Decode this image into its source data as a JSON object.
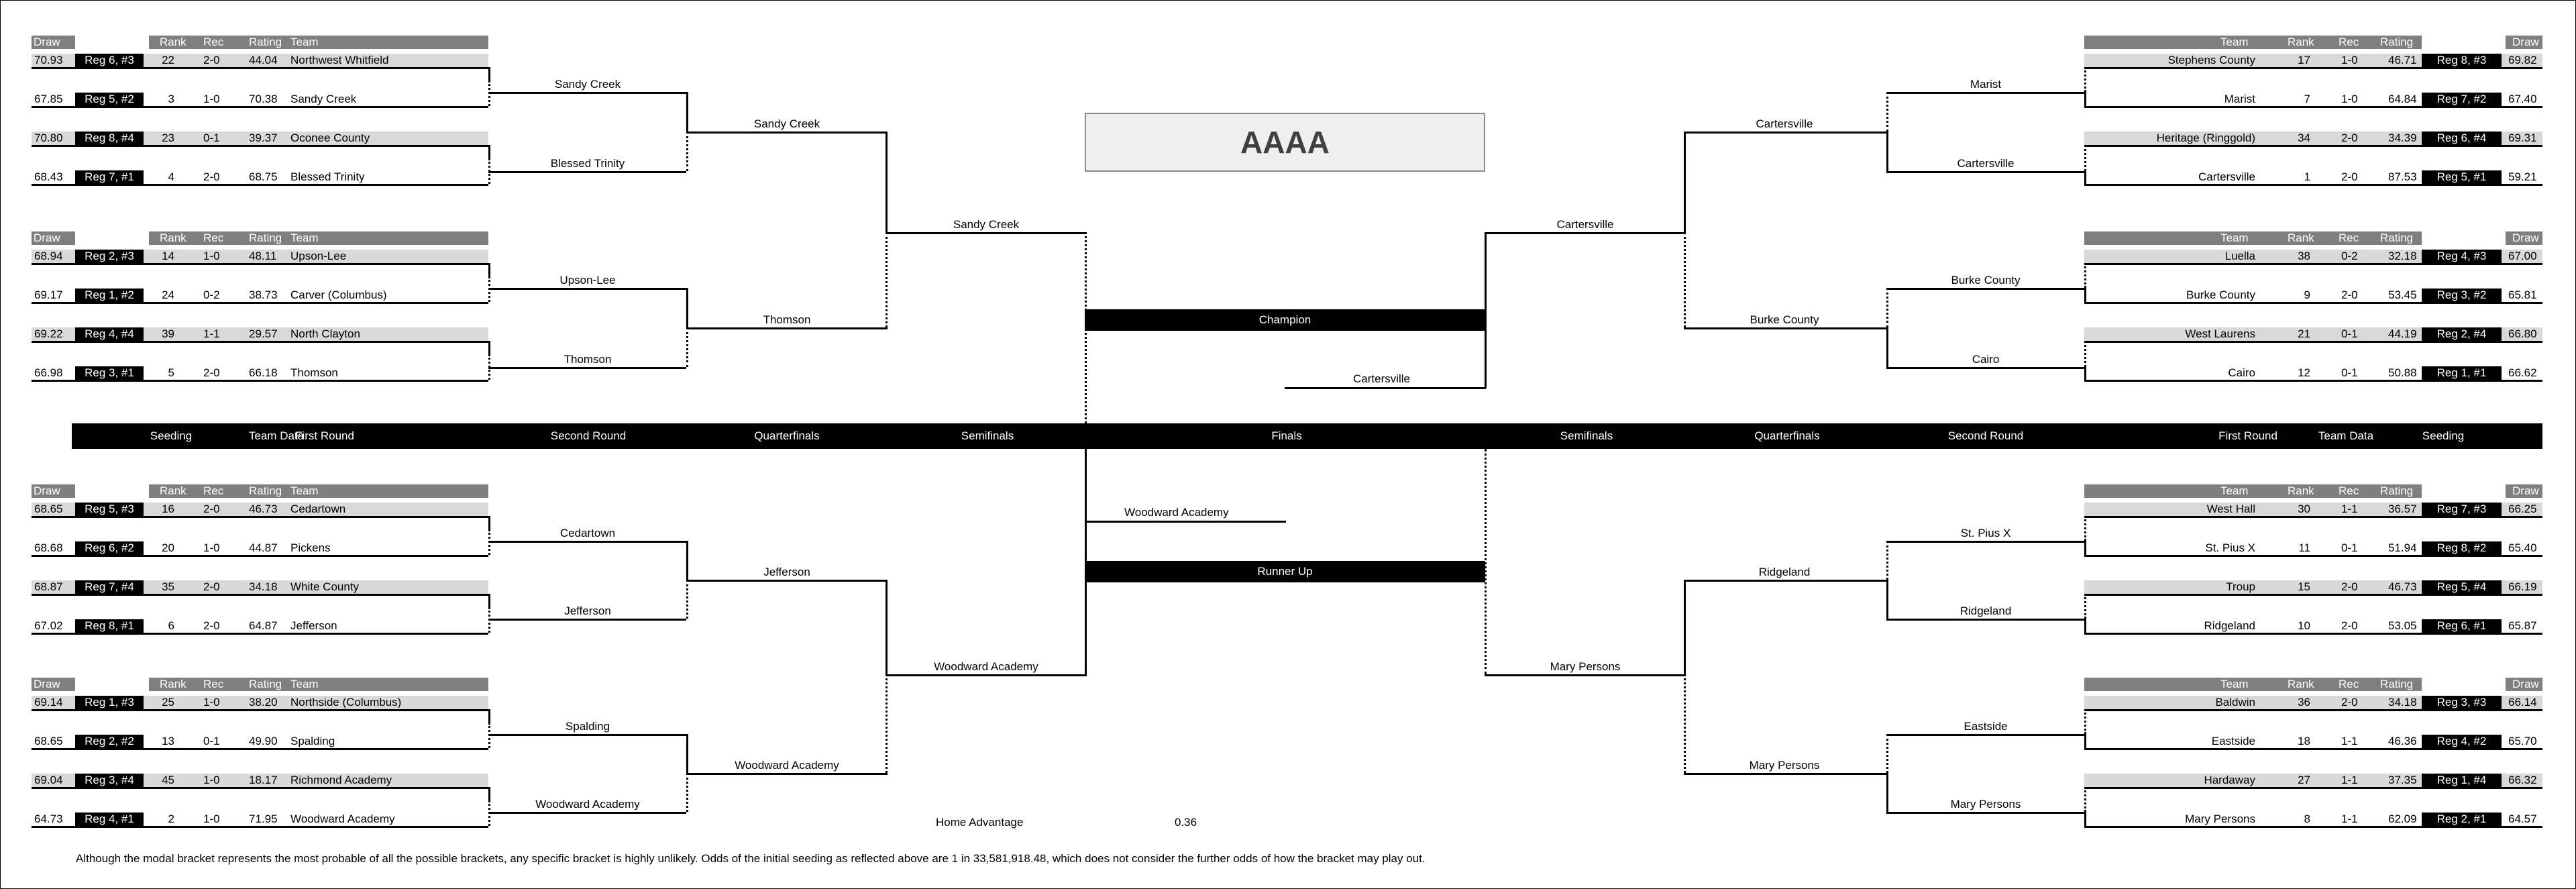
{
  "title": "AAAA",
  "champion_label": "Champion",
  "champion": "Cartersville",
  "runnerup_label": "Runner Up",
  "runnerup": "Woodward Academy",
  "home_advantage_label": "Home Advantage",
  "home_advantage_value": "0.36",
  "footnote": "Although the modal bracket represents the most probable of all the possible brackets, any specific bracket is highly unlikely.  Odds of the initial seeding as reflected above are 1 in 33,581,918.48, which does not consider the further odds of how the bracket may play out.",
  "headers": {
    "draw": "Draw",
    "rank": "Rank",
    "rec": "Rec",
    "rating": "Rating",
    "team": "Team"
  },
  "rounds": {
    "left": [
      "Seeding",
      "Team Data",
      "First Round",
      "Second Round",
      "Quarterfinals",
      "Semifinals"
    ],
    "finals": "Finals",
    "right": [
      "Semifinals",
      "Quarterfinals",
      "Second Round",
      "First Round",
      "Team Data",
      "Seeding"
    ]
  },
  "left_groups": [
    {
      "rows": [
        {
          "draw": "70.93",
          "seed": "Reg 6, #3",
          "rank": "22",
          "rec": "2-0",
          "rating": "44.04",
          "team": "Northwest Whitfield"
        },
        {
          "draw": "67.85",
          "seed": "Reg 5, #2",
          "rank": "3",
          "rec": "1-0",
          "rating": "70.38",
          "team": "Sandy Creek"
        },
        {
          "draw": "70.80",
          "seed": "Reg 8, #4",
          "rank": "23",
          "rec": "0-1",
          "rating": "39.37",
          "team": "Oconee County"
        },
        {
          "draw": "68.43",
          "seed": "Reg 7, #1",
          "rank": "4",
          "rec": "2-0",
          "rating": "68.75",
          "team": "Blessed Trinity"
        }
      ]
    },
    {
      "rows": [
        {
          "draw": "68.94",
          "seed": "Reg 2, #3",
          "rank": "14",
          "rec": "1-0",
          "rating": "48.11",
          "team": "Upson-Lee"
        },
        {
          "draw": "69.17",
          "seed": "Reg 1, #2",
          "rank": "24",
          "rec": "0-2",
          "rating": "38.73",
          "team": "Carver (Columbus)"
        },
        {
          "draw": "69.22",
          "seed": "Reg 4, #4",
          "rank": "39",
          "rec": "1-1",
          "rating": "29.57",
          "team": "North Clayton"
        },
        {
          "draw": "66.98",
          "seed": "Reg 3, #1",
          "rank": "5",
          "rec": "2-0",
          "rating": "66.18",
          "team": "Thomson"
        }
      ]
    },
    {
      "rows": [
        {
          "draw": "68.65",
          "seed": "Reg 5, #3",
          "rank": "16",
          "rec": "2-0",
          "rating": "46.73",
          "team": "Cedartown"
        },
        {
          "draw": "68.68",
          "seed": "Reg 6, #2",
          "rank": "20",
          "rec": "1-0",
          "rating": "44.87",
          "team": "Pickens"
        },
        {
          "draw": "68.87",
          "seed": "Reg 7, #4",
          "rank": "35",
          "rec": "2-0",
          "rating": "34.18",
          "team": "White County"
        },
        {
          "draw": "67.02",
          "seed": "Reg 8, #1",
          "rank": "6",
          "rec": "2-0",
          "rating": "64.87",
          "team": "Jefferson"
        }
      ]
    },
    {
      "rows": [
        {
          "draw": "69.14",
          "seed": "Reg 1, #3",
          "rank": "25",
          "rec": "1-0",
          "rating": "38.20",
          "team": "Northside (Columbus)"
        },
        {
          "draw": "68.65",
          "seed": "Reg 2, #2",
          "rank": "13",
          "rec": "0-1",
          "rating": "49.90",
          "team": "Spalding"
        },
        {
          "draw": "69.04",
          "seed": "Reg 3, #4",
          "rank": "45",
          "rec": "1-0",
          "rating": "18.17",
          "team": "Richmond Academy"
        },
        {
          "draw": "64.73",
          "seed": "Reg 4, #1",
          "rank": "2",
          "rec": "1-0",
          "rating": "71.95",
          "team": "Woodward Academy"
        }
      ]
    }
  ],
  "right_groups": [
    {
      "rows": [
        {
          "draw": "69.82",
          "seed": "Reg 8, #3",
          "rank": "17",
          "rec": "1-0",
          "rating": "46.71",
          "team": "Stephens County"
        },
        {
          "draw": "67.40",
          "seed": "Reg 7, #2",
          "rank": "7",
          "rec": "1-0",
          "rating": "64.84",
          "team": "Marist"
        },
        {
          "draw": "69.31",
          "seed": "Reg 6, #4",
          "rank": "34",
          "rec": "2-0",
          "rating": "34.39",
          "team": "Heritage (Ringgold)"
        },
        {
          "draw": "59.21",
          "seed": "Reg 5, #1",
          "rank": "1",
          "rec": "2-0",
          "rating": "87.53",
          "team": "Cartersville"
        }
      ]
    },
    {
      "rows": [
        {
          "draw": "67.00",
          "seed": "Reg 4, #3",
          "rank": "38",
          "rec": "0-2",
          "rating": "32.18",
          "team": "Luella"
        },
        {
          "draw": "65.81",
          "seed": "Reg 3, #2",
          "rank": "9",
          "rec": "2-0",
          "rating": "53.45",
          "team": "Burke County"
        },
        {
          "draw": "66.80",
          "seed": "Reg 2, #4",
          "rank": "21",
          "rec": "0-1",
          "rating": "44.19",
          "team": "West Laurens"
        },
        {
          "draw": "66.62",
          "seed": "Reg 1, #1",
          "rank": "12",
          "rec": "0-1",
          "rating": "50.88",
          "team": "Cairo"
        }
      ]
    },
    {
      "rows": [
        {
          "draw": "66.25",
          "seed": "Reg 7, #3",
          "rank": "30",
          "rec": "1-1",
          "rating": "36.57",
          "team": "West Hall"
        },
        {
          "draw": "65.40",
          "seed": "Reg 8, #2",
          "rank": "11",
          "rec": "0-1",
          "rating": "51.94",
          "team": "St. Pius X"
        },
        {
          "draw": "66.19",
          "seed": "Reg 5, #4",
          "rank": "15",
          "rec": "2-0",
          "rating": "46.73",
          "team": "Troup"
        },
        {
          "draw": "65.87",
          "seed": "Reg 6, #1",
          "rank": "10",
          "rec": "2-0",
          "rating": "53.05",
          "team": "Ridgeland"
        }
      ]
    },
    {
      "rows": [
        {
          "draw": "66.14",
          "seed": "Reg 3, #3",
          "rank": "36",
          "rec": "2-0",
          "rating": "34.18",
          "team": "Baldwin"
        },
        {
          "draw": "65.70",
          "seed": "Reg 4, #2",
          "rank": "18",
          "rec": "1-1",
          "rating": "46.36",
          "team": "Eastside"
        },
        {
          "draw": "66.32",
          "seed": "Reg 1, #4",
          "rank": "27",
          "rec": "1-1",
          "rating": "37.35",
          "team": "Hardaway"
        },
        {
          "draw": "64.57",
          "seed": "Reg 2, #1",
          "rank": "8",
          "rec": "1-1",
          "rating": "62.09",
          "team": "Mary Persons"
        }
      ]
    }
  ],
  "left_winners": {
    "second_round": [
      "Sandy Creek",
      "Blessed Trinity",
      "Upson-Lee",
      "Thomson",
      "Cedartown",
      "Jefferson",
      "Spalding",
      "Woodward Academy"
    ],
    "quarterfinals": [
      "Sandy Creek",
      "Thomson",
      "Jefferson",
      "Woodward Academy"
    ],
    "semifinals": [
      "Sandy Creek",
      "Woodward Academy"
    ]
  },
  "right_winners": {
    "second_round": [
      "Marist",
      "Cartersville",
      "Burke County",
      "Cairo",
      "St. Pius X",
      "Ridgeland",
      "Eastside",
      "Mary Persons"
    ],
    "quarterfinals": [
      "Cartersville",
      "Burke County",
      "Ridgeland",
      "Mary Persons"
    ],
    "semifinals": [
      "Cartersville",
      "Mary Persons"
    ]
  }
}
